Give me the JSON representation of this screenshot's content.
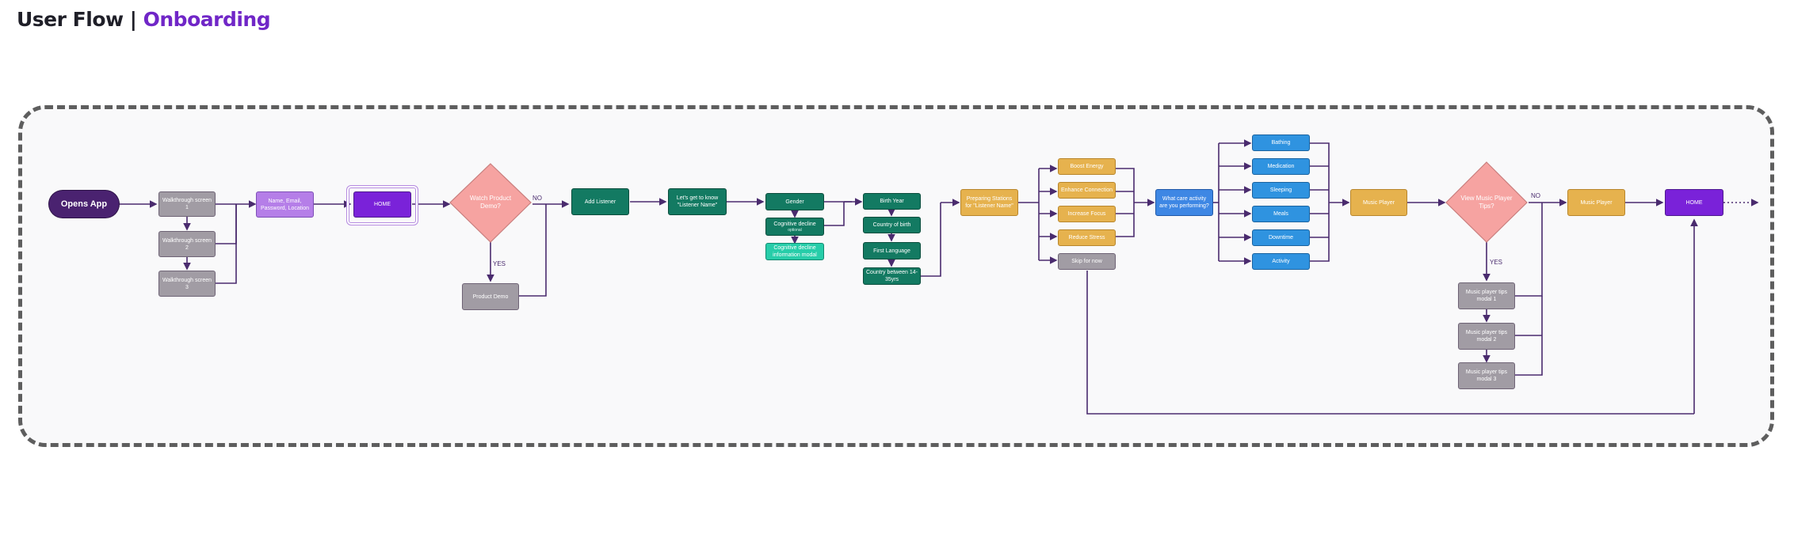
{
  "header": {
    "title_prefix": "User Flow | ",
    "title_accent": "Onboarding"
  },
  "colors": {
    "accent": "#7026c7",
    "frame": "#5e5e5e",
    "connector": "#4a2b6e",
    "decision": "#f6a3a1"
  },
  "start": {
    "label": "Opens App"
  },
  "walkthrough": {
    "screen1": "Walkthrough screen 1",
    "screen2": "Walkthrough screen 2",
    "screen3": "Walkthrough screen 3"
  },
  "signup": {
    "label": "Name, Email, Password, Location"
  },
  "home": {
    "label": "HOME"
  },
  "decision_demo": {
    "label": "Watch Product Demo?",
    "no": "NO",
    "yes": "YES"
  },
  "product_demo": {
    "label": "Product Demo"
  },
  "add_listener": {
    "label": "Add Listener"
  },
  "get_to_know": {
    "label": "Let's get to know \"Listener Name\""
  },
  "gender": {
    "label": "Gender"
  },
  "cognitive": {
    "label": "Cognitive decline",
    "optional": "optional",
    "info": "Cognitive decline information modal"
  },
  "birth_year": {
    "label": "Birth Year"
  },
  "country_birth": {
    "label": "Country of birth"
  },
  "first_language": {
    "label": "First Language"
  },
  "country_between": {
    "label": "Country between 14-35yrs"
  },
  "preparing": {
    "label": "Preparing Stations for \"Listener Name\""
  },
  "goals": [
    "Boost Energy",
    "Enhance Connection",
    "Increase Focus",
    "Reduce Stress",
    "Skip for now"
  ],
  "activity_question": {
    "label": "What care activity are you performing?"
  },
  "activities": [
    "Bathing",
    "Medication",
    "Sleeping",
    "Meals",
    "Downtime",
    "Activity"
  ],
  "music_player": {
    "label": "Music Player"
  },
  "decision_tips": {
    "label": "View Music Player Tips?",
    "no": "NO",
    "yes": "YES"
  },
  "tips": [
    "Music player tips modal 1",
    "Music player tips modal 2",
    "Music player tips modal 3"
  ],
  "music_player_2": {
    "label": "Music Player"
  },
  "home_end": {
    "label": "HOME"
  }
}
